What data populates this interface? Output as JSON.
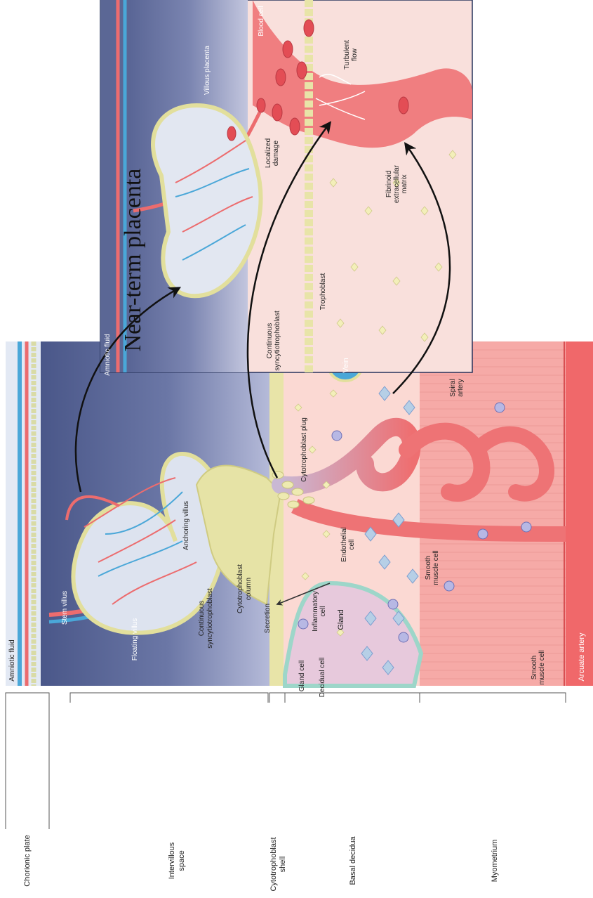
{
  "title": "Near-term placenta",
  "layers": {
    "chorionic_plate": "Chorionic plate",
    "intervillous_space": [
      "Intervillous",
      "space"
    ],
    "cytotrophoblast_shell": [
      "Cytotrophoblast",
      "shell"
    ],
    "basal_decidua": "Basal decidua",
    "myometrium": "Myometrium"
  },
  "main_labels": {
    "amniotic_fluid": "Amniotic fluid",
    "stem_villus": "Stem villus",
    "floating_villus": "Floating villus",
    "continuous_syncytiotrophoblast": [
      "Continuous",
      "syncytiotrophoblast"
    ],
    "cytotrophoblast_column": [
      "Cytotrophoblast",
      "column"
    ],
    "anchoring_villus": "Anchoring villus",
    "cytotrophoblast_plug": "Cytotrophoblast plug",
    "inflammatory_cell": [
      "Inflammatory",
      "cell"
    ],
    "endothelial_cell": [
      "Endothelial",
      "cell"
    ],
    "secretion": "Secretion",
    "gland": "Gland",
    "gland_cell": "Gland cell",
    "decidual_cell": "Decidual cell",
    "vein": "Vein",
    "spiral_artery": [
      "Spiral",
      "artery"
    ],
    "smooth_muscle_cell_1": [
      "Smooth",
      "muscle cell"
    ],
    "smooth_muscle_cell_2": [
      "Smooth",
      "muscle cell"
    ],
    "arcuate_artery": "Arcuate artery"
  },
  "inset_labels": {
    "amniotic_fluid": "Amniotic fluid",
    "villous_placenta": "Villous placenta",
    "blood_cell": "Blood cell",
    "turbulent_flow": [
      "Turbulent",
      "flow"
    ],
    "localized_damage": [
      "Localized",
      "damage"
    ],
    "continuous_syncytiotrophoblast": [
      "Continuous",
      "syncytiotrophoblast"
    ],
    "trophoblast": "Trophoblast",
    "fibrinoid_matrix": [
      "Fibrinoid",
      "extracellular",
      "matrix"
    ]
  },
  "colors": {
    "intervillous_dark": "#4f5d8e",
    "intervillous_light": "#b9bfdc",
    "decidua": "#fbd9d3",
    "myometrium": "#f6aaa7",
    "arcuate_artery": "#f0686a",
    "artery_red": "#ec6c6e",
    "vein_blue": "#4aa7d8",
    "trophoblast_yellow": "#f3efb9",
    "inset_border": "#27335c"
  }
}
